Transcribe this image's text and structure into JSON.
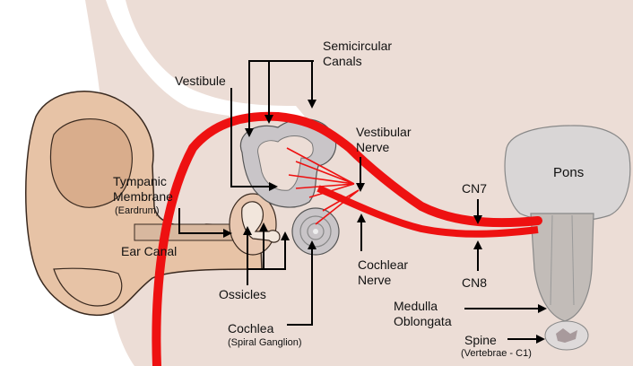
{
  "labels": {
    "semicircular_canals_line1": "Semicircular",
    "semicircular_canals_line2": "Canals",
    "vestibule": "Vestibule",
    "vestibular_nerve_line1": "Vestibular",
    "vestibular_nerve_line2": "Nerve",
    "tympanic_line1": "Tympanic",
    "tympanic_line2": "Membrane",
    "tympanic_sub": "(Eardrum)",
    "pons": "Pons",
    "cn7": "CN7",
    "ear_canal": "Ear Canal",
    "cochlear_nerve_line1": "Cochlear",
    "cochlear_nerve_line2": "Nerve",
    "cn8": "CN8",
    "ossicles": "Ossicles",
    "medulla_line1": "Medulla",
    "medulla_line2": "Oblongata",
    "cochlea": "Cochlea",
    "cochlea_sub": "(Spiral Ganglion)",
    "spine": "Spine",
    "spine_sub": "(Vertebrae - C1)"
  },
  "colors": {
    "head": "#ecddd6",
    "skin": "#e7c3a6",
    "skin_outline": "#3a2a20",
    "nerve": "#ee1111",
    "bone_gray": "#c9c5c8",
    "brainstem": "#c2bcb8",
    "pons": "#d9d6d6"
  }
}
